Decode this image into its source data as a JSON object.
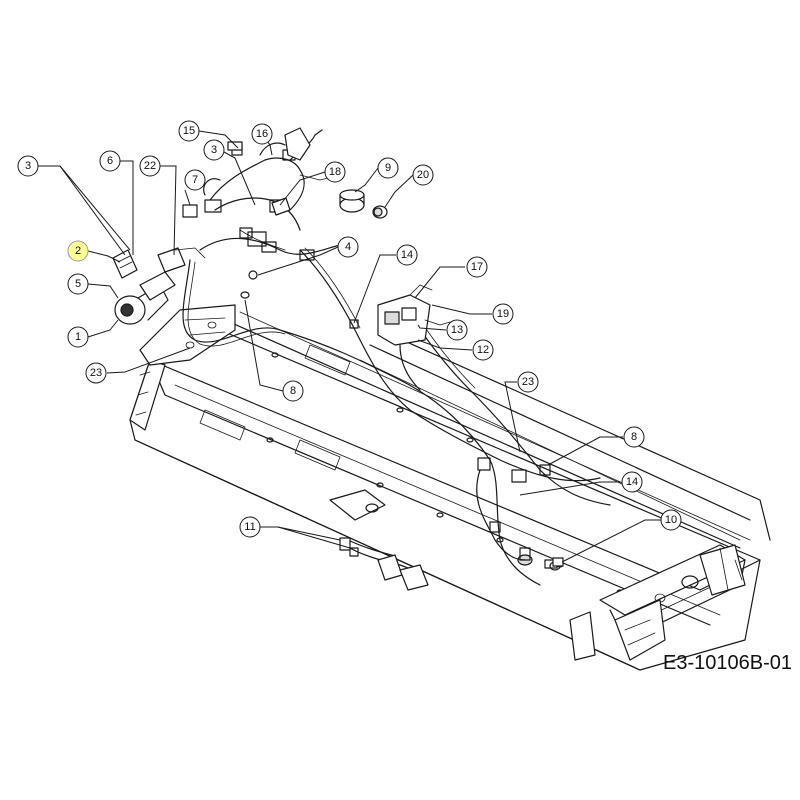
{
  "figure_code": "E3-10106B-01",
  "highlight_color": "#ffff99",
  "callouts": [
    {
      "id": "c15",
      "label": "15"
    },
    {
      "id": "c16",
      "label": "16"
    },
    {
      "id": "c3a",
      "label": "3"
    },
    {
      "id": "c6",
      "label": "6"
    },
    {
      "id": "c22",
      "label": "22"
    },
    {
      "id": "c3b",
      "label": "3"
    },
    {
      "id": "c18",
      "label": "18"
    },
    {
      "id": "c9",
      "label": "9"
    },
    {
      "id": "c20",
      "label": "20"
    },
    {
      "id": "c7",
      "label": "7"
    },
    {
      "id": "c2",
      "label": "2",
      "highlighted": true
    },
    {
      "id": "c4",
      "label": "4"
    },
    {
      "id": "c14a",
      "label": "14"
    },
    {
      "id": "c17",
      "label": "17"
    },
    {
      "id": "c5",
      "label": "5"
    },
    {
      "id": "c19",
      "label": "19"
    },
    {
      "id": "c13",
      "label": "13"
    },
    {
      "id": "c1",
      "label": "1"
    },
    {
      "id": "c12",
      "label": "12"
    },
    {
      "id": "c23a",
      "label": "23"
    },
    {
      "id": "c8a",
      "label": "8"
    },
    {
      "id": "c23b",
      "label": "23"
    },
    {
      "id": "c8b",
      "label": "8"
    },
    {
      "id": "c14b",
      "label": "14"
    },
    {
      "id": "c11",
      "label": "11"
    },
    {
      "id": "c10",
      "label": "10"
    }
  ]
}
